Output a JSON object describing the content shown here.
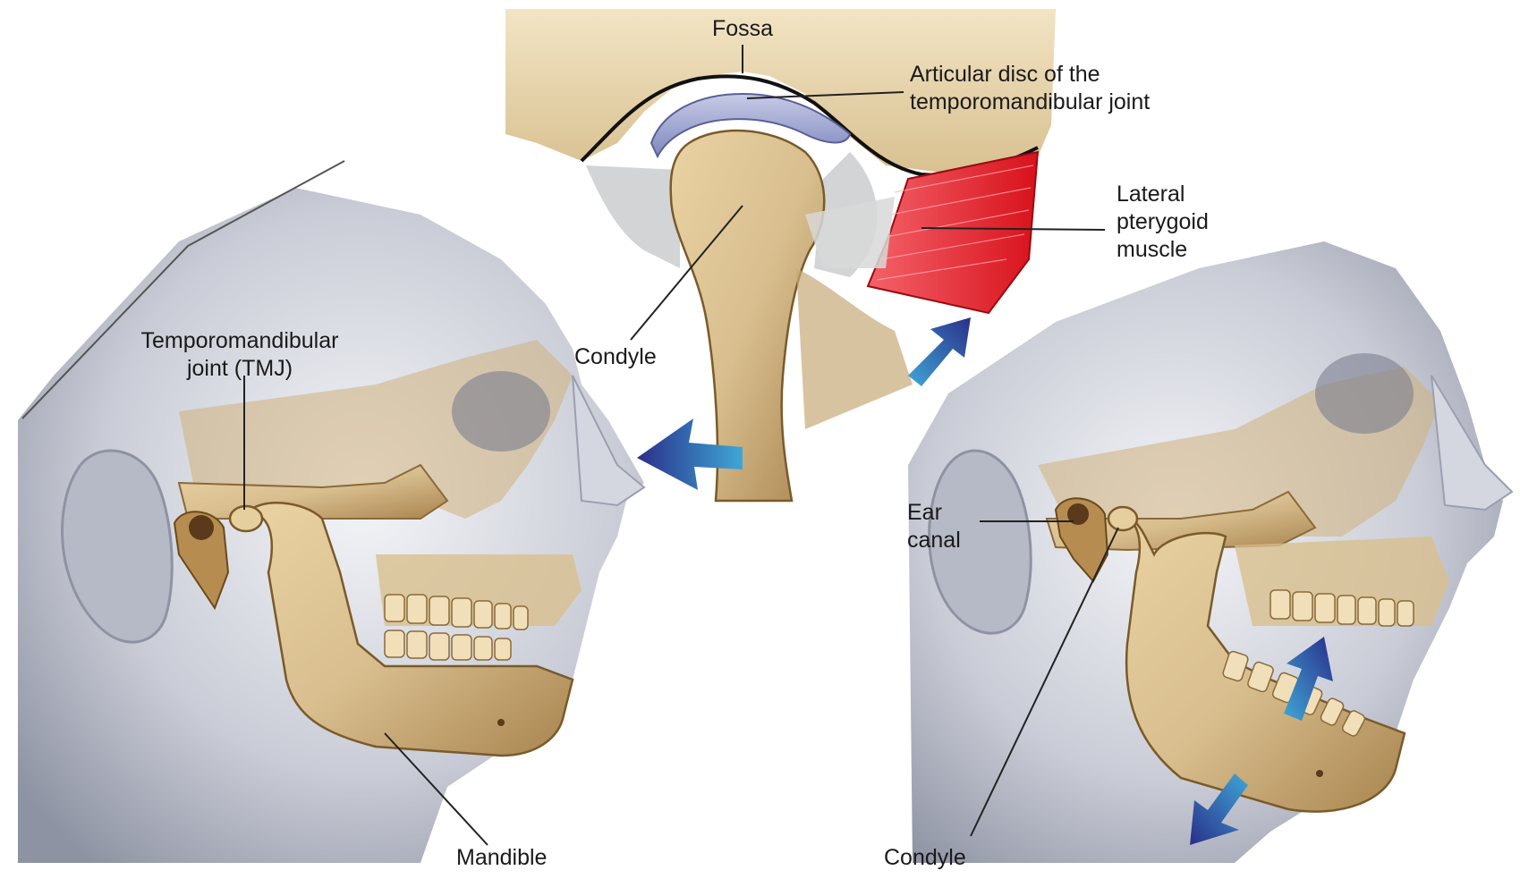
{
  "labels": {
    "fossa": "Fossa",
    "articular_disc": [
      "Articular disc of the",
      "temporomandibular joint"
    ],
    "lateral_pterygoid": [
      "Lateral",
      "pterygoid",
      "muscle"
    ],
    "condyle_top": "Condyle",
    "tmj": [
      "Temporomandibular",
      "joint (TMJ)"
    ],
    "ear_canal": [
      "Ear",
      "canal"
    ],
    "mandible": "Mandible",
    "condyle_right": "Condyle"
  },
  "colors": {
    "bone": "#d9bf8f",
    "bone_shadow": "#a8844f",
    "skin": "#c9ccd6",
    "skin_dark": "#8e93a3",
    "disc": "#8a93c4",
    "muscle": "#e0202a",
    "arrow": "#2a2f8a",
    "arrow_light": "#3fa7d6",
    "leader": "#222222"
  }
}
